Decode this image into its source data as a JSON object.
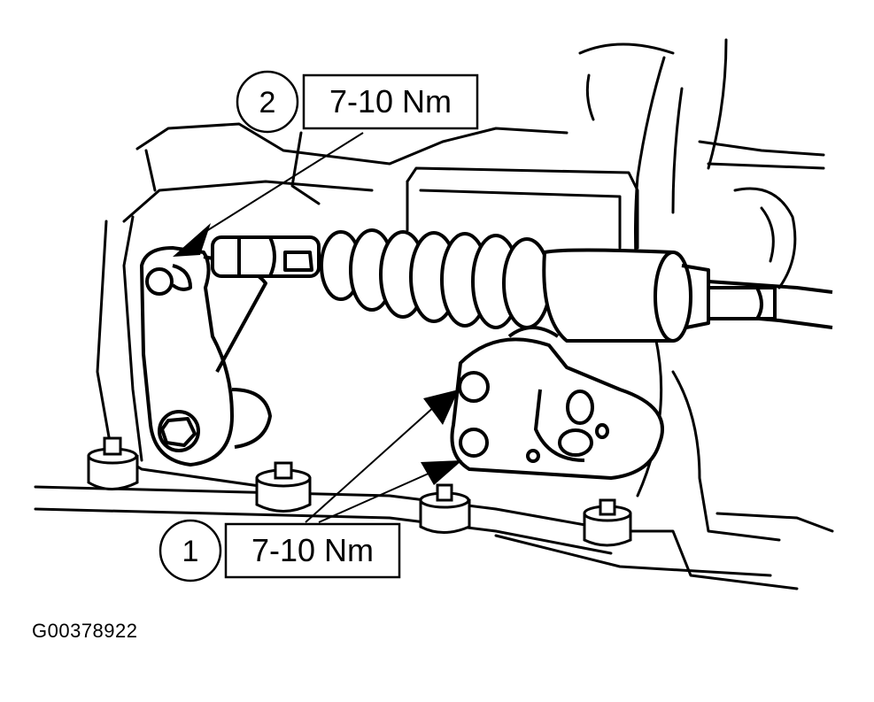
{
  "callouts": [
    {
      "number": "2",
      "torque": "7-10 Nm"
    },
    {
      "number": "1",
      "torque": "7-10 Nm"
    }
  ],
  "figure_id": "G00378922",
  "colors": {
    "ink": "#000000",
    "background": "#ffffff"
  }
}
